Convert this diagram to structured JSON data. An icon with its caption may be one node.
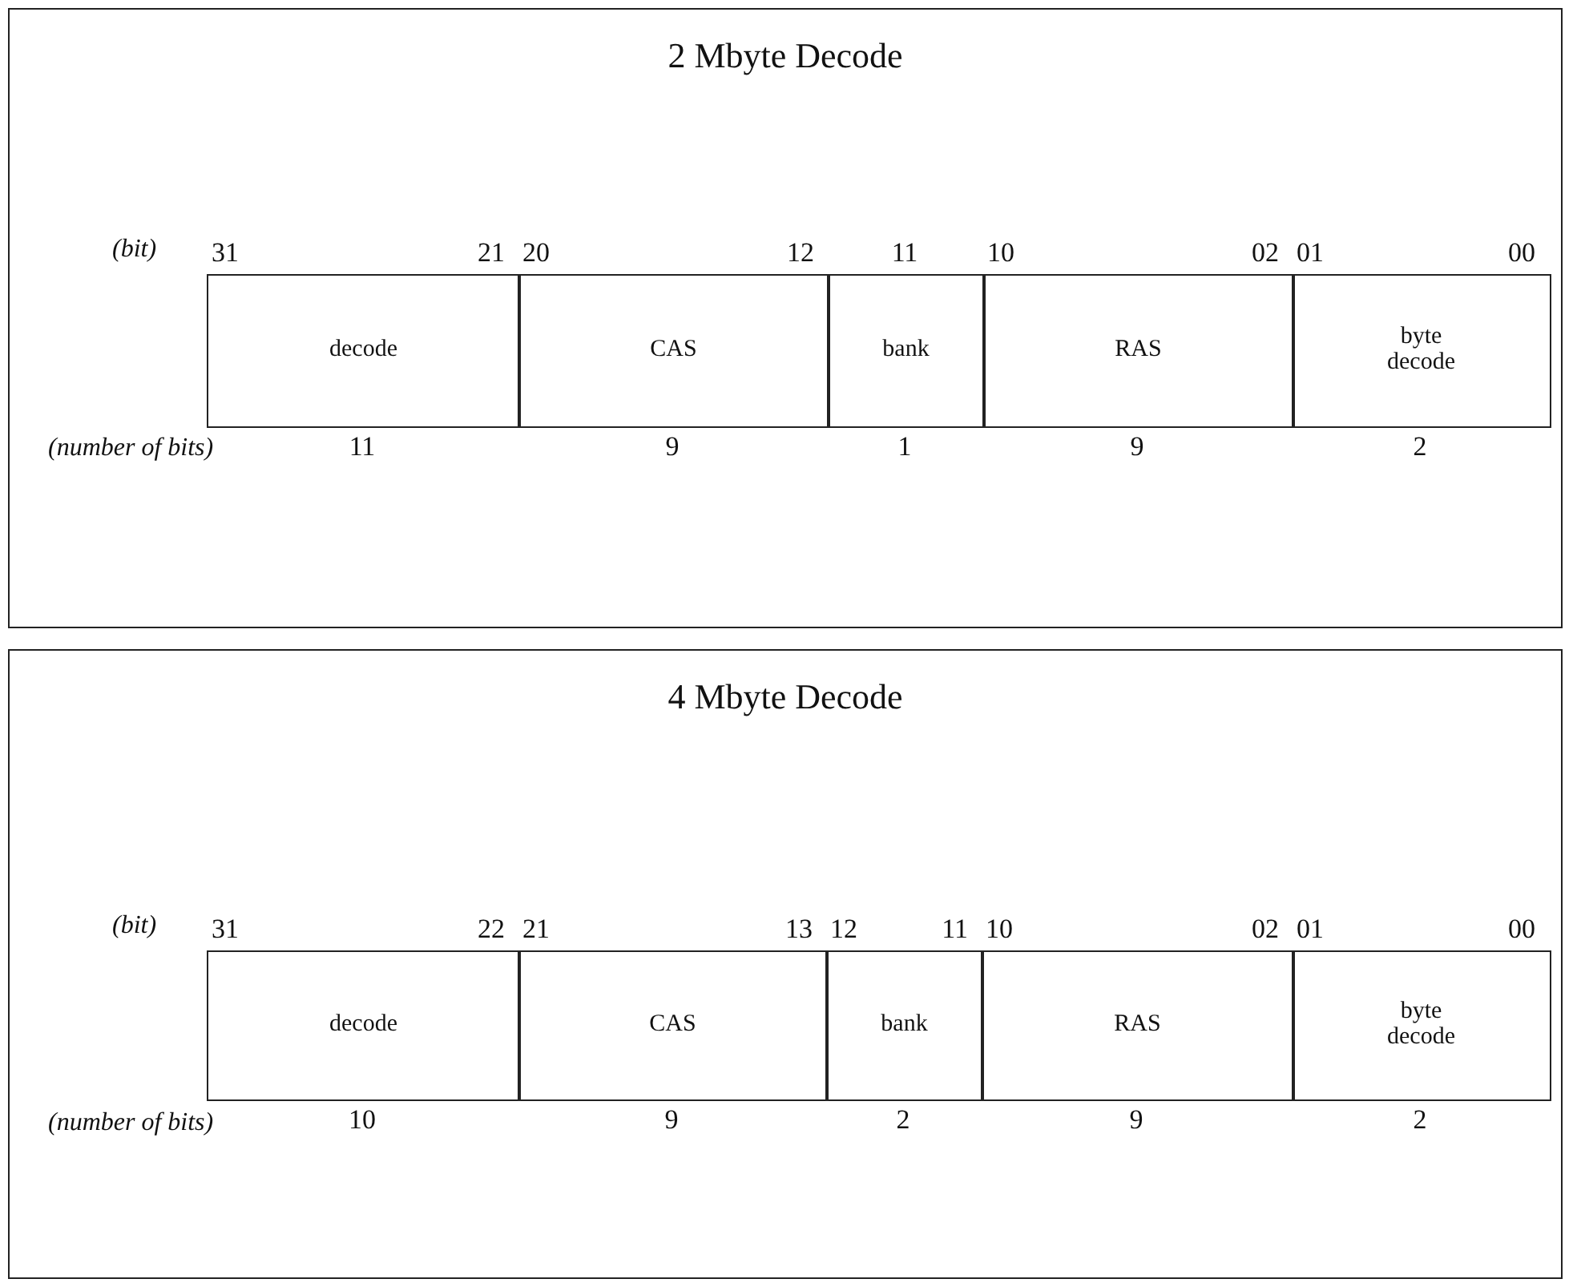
{
  "diagram": {
    "nodes": [
      {
        "text": [
          "2 Mbyte Decode"
        ]
      },
      {
        "text": [
          "decode"
        ],
        "in": 0,
        "beside": [
          "31",
          "21",
          "11"
        ]
      },
      {
        "text": [
          "CAS"
        ],
        "in": 0,
        "beside": [
          "20",
          "12",
          "9"
        ]
      },
      {
        "text": [
          "bank"
        ],
        "in": 0,
        "beside": [
          "11",
          "1"
        ]
      },
      {
        "text": [
          "RAS"
        ],
        "in": 0,
        "beside": [
          "10",
          "02",
          "9"
        ]
      },
      {
        "text": [
          "byte decode"
        ],
        "in": 0,
        "beside": [
          "01",
          "00",
          "2"
        ]
      },
      {
        "text": [
          "4 Mbyte Decode"
        ]
      },
      {
        "text": [
          "decode"
        ],
        "in": 6,
        "beside": [
          "31",
          "22",
          "10"
        ]
      },
      {
        "text": [
          "CAS"
        ],
        "in": 6,
        "beside": [
          "21",
          "13",
          "9"
        ]
      },
      {
        "text": [
          "bank"
        ],
        "in": 6,
        "beside": [
          "12",
          "11",
          "2"
        ]
      },
      {
        "text": [
          "RAS"
        ],
        "in": 6,
        "beside": [
          "10",
          "02",
          "9"
        ]
      },
      {
        "text": [
          "byte decode"
        ],
        "in": 6,
        "beside": [
          "01",
          "00",
          "2"
        ]
      }
    ],
    "edges": [],
    "labels": [
      "(bit)",
      "(number of bits)",
      "(bit)",
      "(number of bits)"
    ]
  }
}
